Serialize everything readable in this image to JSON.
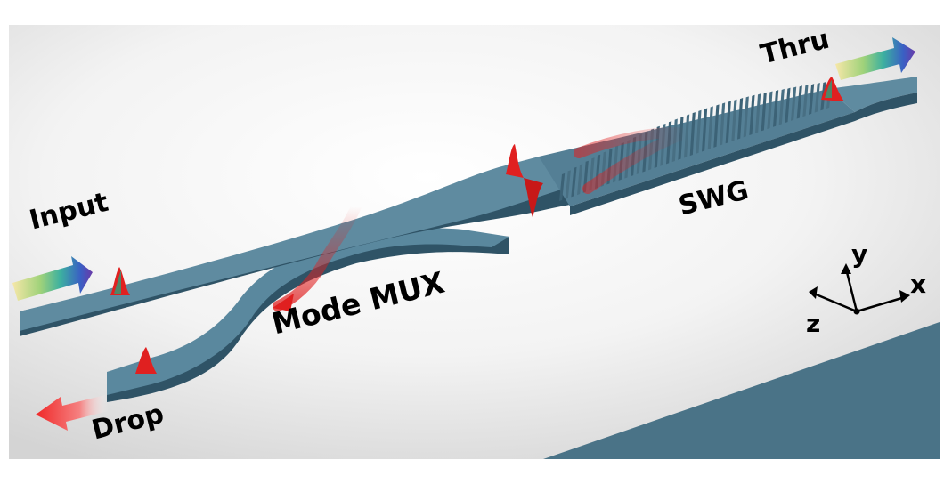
{
  "labels": {
    "input": "Input",
    "thru": "Thru",
    "swg": "SWG",
    "mode_mux": "Mode MUX",
    "drop": "Drop"
  },
  "axes": {
    "x": "x",
    "y": "y",
    "z": "z"
  },
  "colors": {
    "waveguide": "#4d7a90",
    "waveguide_top": "#5f8ba0",
    "waveguide_side": "#2f5366",
    "mode_profile": "#e02020",
    "arrow_drop": "#f03030",
    "spectrum": [
      "#f5e39a",
      "#9fd27a",
      "#3cb0a0",
      "#3a5fc4",
      "#6a3aa8"
    ]
  }
}
